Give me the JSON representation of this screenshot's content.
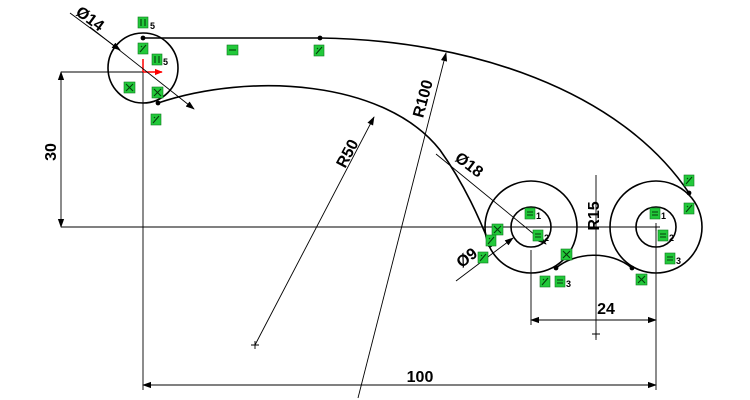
{
  "dimensions": {
    "dia_small": "Ø14",
    "dia_boss": "Ø18",
    "dia_hole": "Ø9",
    "radius_inner": "R50",
    "radius_outer": "R100",
    "radius_bottom": "R15",
    "vertical_offset": "30",
    "hole_spacing": "24",
    "overall_length": "100"
  },
  "relation_suffixes": {
    "tangent_a": "5",
    "tangent_b": "5",
    "equal_1": "1",
    "equal_2": "2",
    "equal_3": "3"
  },
  "colors": {
    "geometry": "#000000",
    "relation_badge": "#22c93a",
    "origin_arrow": "#ff0000"
  },
  "icons": [
    "tangent-icon",
    "horizontal-icon",
    "coincident-icon",
    "equal-icon",
    "fix-icon"
  ]
}
